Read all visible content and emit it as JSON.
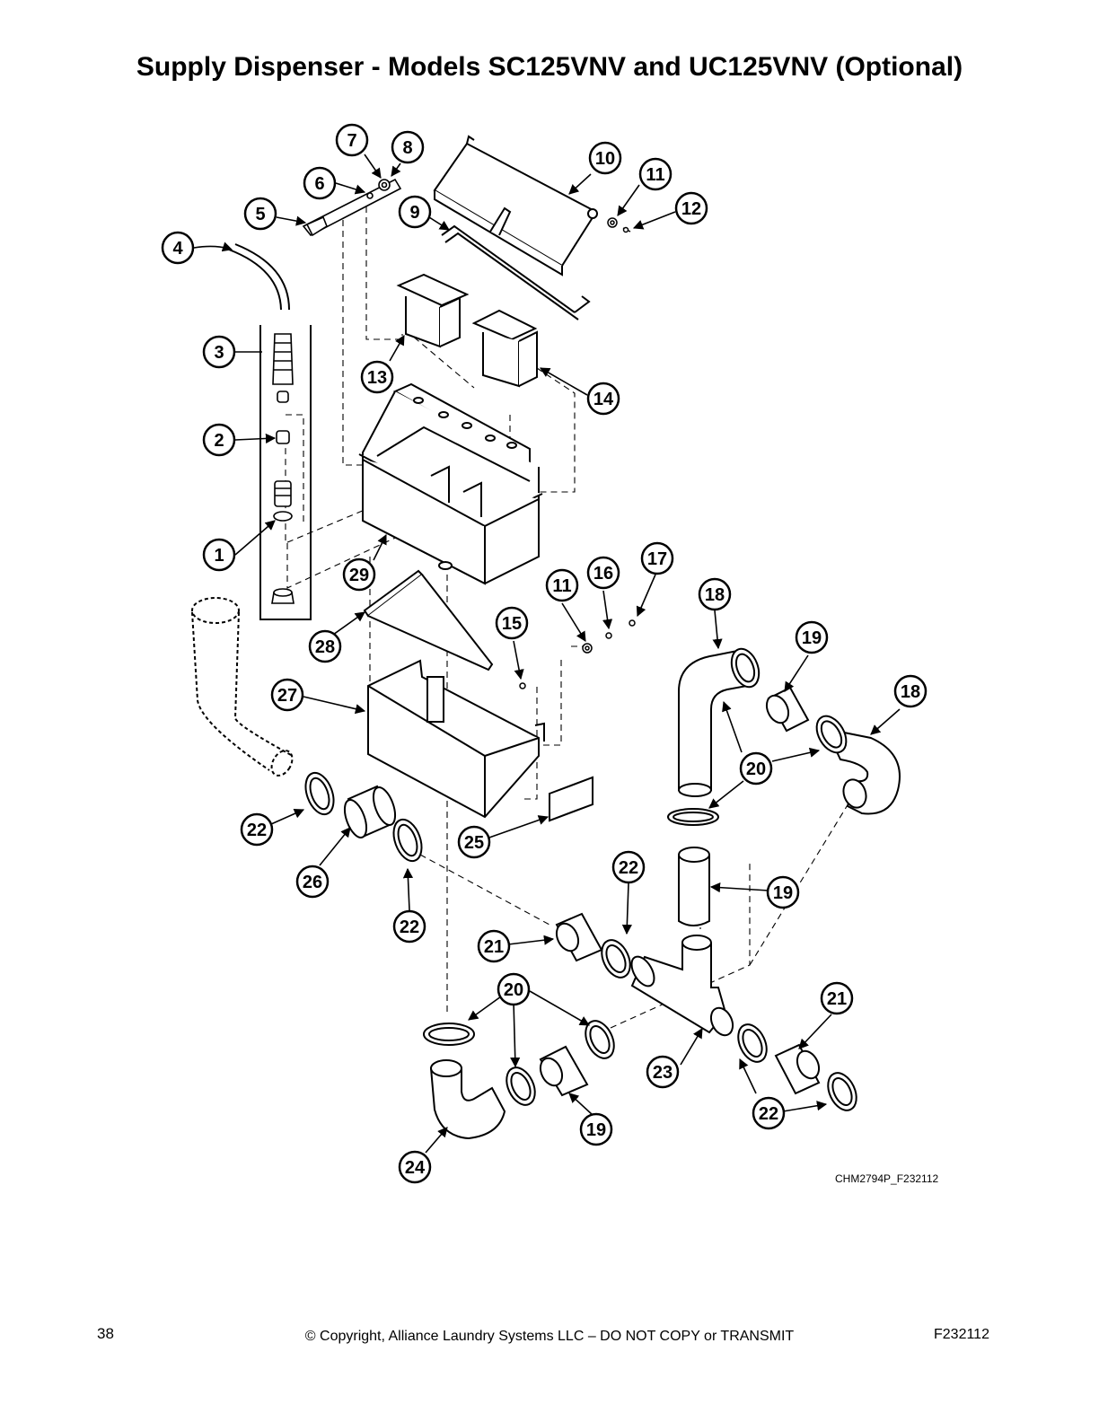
{
  "page": {
    "title": "Supply Dispenser - Models SC125VNV and UC125VNV (Optional)",
    "figure_id": "CHM2794P_F232112",
    "page_number": "38",
    "copyright": "© Copyright, Alliance Laundry Systems LLC – DO NOT COPY or TRANSMIT",
    "document_id": "F232112"
  },
  "callouts": [
    {
      "id": "c1",
      "label": "1"
    },
    {
      "id": "c2",
      "label": "2"
    },
    {
      "id": "c3",
      "label": "3"
    },
    {
      "id": "c4",
      "label": "4"
    },
    {
      "id": "c5",
      "label": "5"
    },
    {
      "id": "c6",
      "label": "6"
    },
    {
      "id": "c7",
      "label": "7"
    },
    {
      "id": "c8",
      "label": "8"
    },
    {
      "id": "c9",
      "label": "9"
    },
    {
      "id": "c10",
      "label": "10"
    },
    {
      "id": "c11a",
      "label": "11"
    },
    {
      "id": "c12",
      "label": "12"
    },
    {
      "id": "c13",
      "label": "13"
    },
    {
      "id": "c14",
      "label": "14"
    },
    {
      "id": "c29",
      "label": "29"
    },
    {
      "id": "c11b",
      "label": "11"
    },
    {
      "id": "c16",
      "label": "16"
    },
    {
      "id": "c17",
      "label": "17"
    },
    {
      "id": "c15",
      "label": "15"
    },
    {
      "id": "c18a",
      "label": "18"
    },
    {
      "id": "c19a",
      "label": "19"
    },
    {
      "id": "c18b",
      "label": "18"
    },
    {
      "id": "c28",
      "label": "28"
    },
    {
      "id": "c27",
      "label": "27"
    },
    {
      "id": "c20a",
      "label": "20"
    },
    {
      "id": "c22a",
      "label": "22"
    },
    {
      "id": "c26",
      "label": "26"
    },
    {
      "id": "c25",
      "label": "25"
    },
    {
      "id": "c22b",
      "label": "22"
    },
    {
      "id": "c22c",
      "label": "22"
    },
    {
      "id": "c19b",
      "label": "19"
    },
    {
      "id": "c21a",
      "label": "21"
    },
    {
      "id": "c20b",
      "label": "20"
    },
    {
      "id": "c21b",
      "label": "21"
    },
    {
      "id": "c23",
      "label": "23"
    },
    {
      "id": "c22d",
      "label": "22"
    },
    {
      "id": "c19c",
      "label": "19"
    },
    {
      "id": "c24",
      "label": "24"
    }
  ]
}
